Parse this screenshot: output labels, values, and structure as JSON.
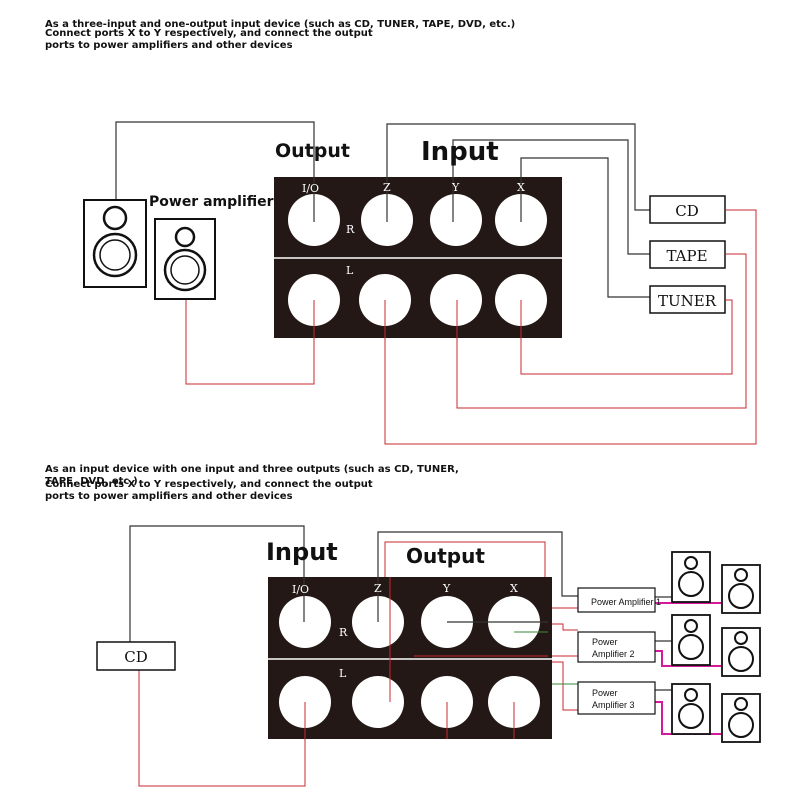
{
  "top": {
    "caption": [
      "As a three-input and one-output input device (such as CD, TUNER, TAPE, DVD, etc.)",
      "Connect ports X to Y respectively, and connect the output",
      "ports to power amplifiers and other devices"
    ],
    "output_label": "Output",
    "input_label": "Input",
    "amp_label": "Power amplifier",
    "port_io": "I/O",
    "port_z": "Z",
    "port_y": "Y",
    "port_x": "X",
    "row_r": "R",
    "row_l": "L",
    "sources": [
      "CD",
      "TAPE",
      "TUNER"
    ]
  },
  "bottom": {
    "caption": [
      "As an input device with one input and three outputs (such as CD, TUNER, TAPE, DVD, etc.)",
      "Connect ports X to Y respectively, and connect the output",
      "ports to power amplifiers and other devices"
    ],
    "input_label": "Input",
    "output_label": "Output",
    "port_io": "I/O",
    "port_z": "Z",
    "port_y": "Y",
    "port_x": "X",
    "row_r": "R",
    "row_l": "L",
    "source": "CD",
    "amp1": "Power Amplifier 1",
    "amp2_line1": "Power",
    "amp2_line2": "Amplifier 2",
    "amp3_line1": "Power",
    "amp3_line2": "Amplifier 3"
  },
  "colors": {
    "panel": "#231815",
    "wire_black": "#333333",
    "wire_red": "#c8282d",
    "wire_green": "#3a8a3a",
    "wire_magenta": "#d6199a"
  }
}
